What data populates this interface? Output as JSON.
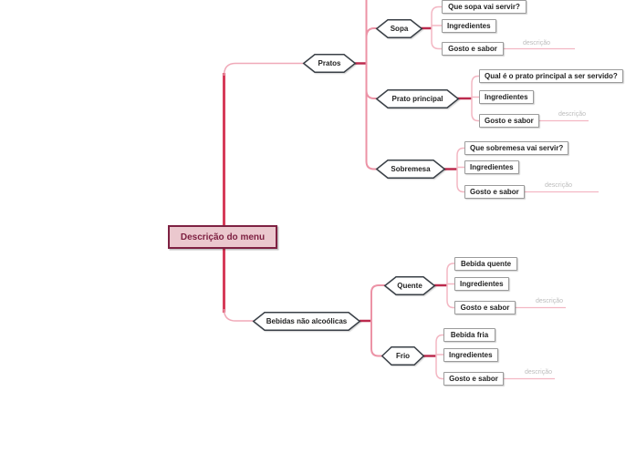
{
  "colors": {
    "root_bg": "#ebc8ce",
    "root_border": "#7e2142",
    "trunk_red": "#d63b59",
    "stub_red": "#bc2a4d",
    "branch_pink": "#ec93a6",
    "leaf_pink": "#f3b7c3",
    "hex_border": "#3a4047",
    "leaf_border": "#9b9b9b",
    "edge_label_gray": "#bcbcbc"
  },
  "map": {
    "root": {
      "label": "Descrição do menu"
    },
    "branches": [
      {
        "label": "Pratos",
        "topics": [
          {
            "label": "Sopa",
            "items": [
              "Que sopa vai servir?",
              "Ingredientes",
              "Gosto e sabor"
            ],
            "edge_label": "descrição"
          },
          {
            "label": "Prato principal",
            "items": [
              "Qual é o prato principal a ser servido?",
              "Ingredientes",
              "Gosto e sabor"
            ],
            "edge_label": "descrição"
          },
          {
            "label": "Sobremesa",
            "items": [
              "Que sobremesa vai servir?",
              "Ingredientes",
              "Gosto e sabor"
            ],
            "edge_label": "descrição"
          }
        ]
      },
      {
        "label": "Bebidas não alcoólicas",
        "topics": [
          {
            "label": "Quente",
            "items": [
              "Bebida quente",
              "Ingredientes",
              "Gosto e sabor"
            ],
            "edge_label": "descrição"
          },
          {
            "label": "Frio",
            "items": [
              "Bebida fria",
              "Ingredientes",
              "Gosto e sabor"
            ],
            "edge_label": "descrição"
          }
        ]
      }
    ]
  }
}
